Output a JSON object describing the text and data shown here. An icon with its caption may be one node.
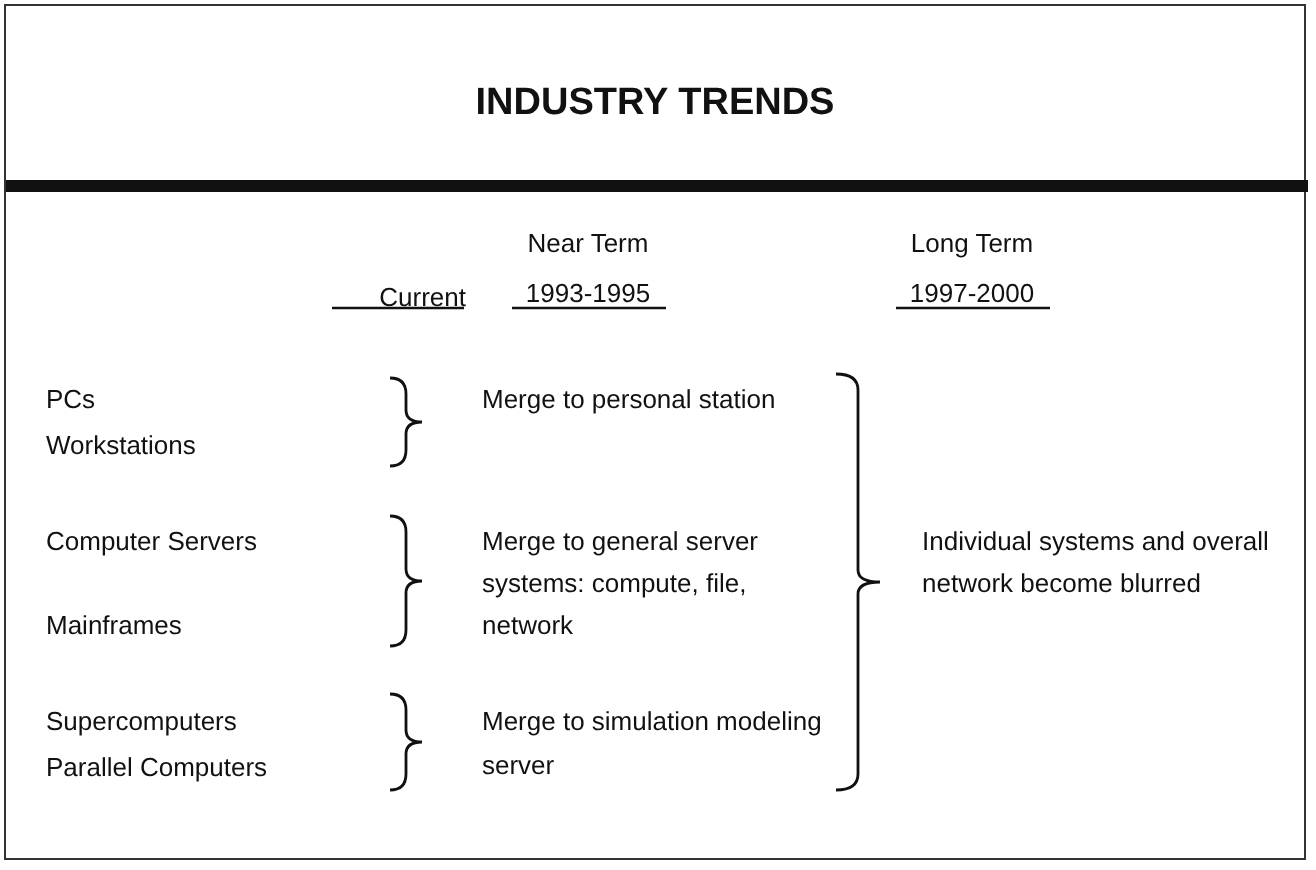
{
  "diagram": {
    "title": "INDUSTRY TRENDS",
    "labels": [
      "Near Term 1993-1995",
      "Long Term 1997-2000",
      "Current",
      "PCs",
      "Workstations",
      "Merge to personal station",
      "Computer Servers",
      "Merge to general server systems: compute, file, network",
      "Individual systems and overall network become blurred",
      "Mainframes",
      "Supercomputers",
      "Parallel Computers",
      "Merge to simulation modeling server"
    ]
  }
}
